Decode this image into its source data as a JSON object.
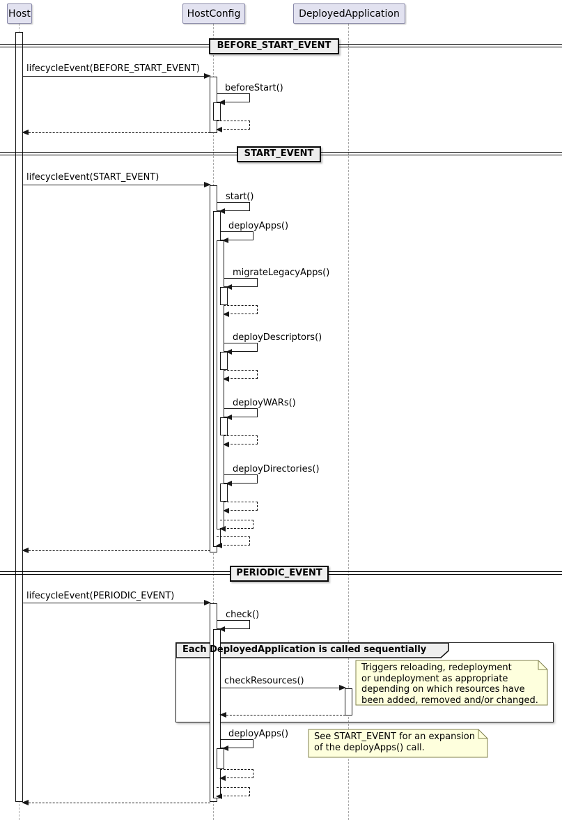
{
  "diagram_type": "uml-sequence",
  "participants": [
    {
      "label": "Host"
    },
    {
      "label": "HostConfig"
    },
    {
      "label": "DeployedApplication"
    }
  ],
  "sections": [
    {
      "divider": "BEFORE_START_EVENT",
      "calls": [
        {
          "label": "lifecycleEvent(BEFORE_START_EVENT)",
          "from": "Host",
          "to": "HostConfig",
          "type": "call"
        },
        {
          "label": "beforeStart()",
          "from": "HostConfig",
          "to": "HostConfig",
          "type": "self-call"
        }
      ]
    },
    {
      "divider": "START_EVENT",
      "calls": [
        {
          "label": "lifecycleEvent(START_EVENT)",
          "from": "Host",
          "to": "HostConfig",
          "type": "call"
        },
        {
          "label": "start()",
          "from": "HostConfig",
          "to": "HostConfig",
          "type": "self-call"
        },
        {
          "label": "deployApps()",
          "from": "HostConfig",
          "to": "HostConfig",
          "type": "self-call"
        },
        {
          "label": "migrateLegacyApps()",
          "from": "HostConfig",
          "to": "HostConfig",
          "type": "self-call"
        },
        {
          "label": "deployDescriptors()",
          "from": "HostConfig",
          "to": "HostConfig",
          "type": "self-call"
        },
        {
          "label": "deployWARs()",
          "from": "HostConfig",
          "to": "HostConfig",
          "type": "self-call"
        },
        {
          "label": "deployDirectories()",
          "from": "HostConfig",
          "to": "HostConfig",
          "type": "self-call"
        }
      ]
    },
    {
      "divider": "PERIODIC_EVENT",
      "group": {
        "label": "Each DeployedApplication is called sequentially"
      },
      "calls": [
        {
          "label": "lifecycleEvent(PERIODIC_EVENT)",
          "from": "Host",
          "to": "HostConfig",
          "type": "call"
        },
        {
          "label": "check()",
          "from": "HostConfig",
          "to": "HostConfig",
          "type": "self-call"
        },
        {
          "label": "checkResources()",
          "from": "HostConfig",
          "to": "DeployedApplication",
          "type": "call"
        },
        {
          "label": "deployApps()",
          "from": "HostConfig",
          "to": "HostConfig",
          "type": "self-call"
        }
      ],
      "notes": [
        {
          "lines": [
            "Triggers reloading, redeployment",
            "or undeployment as appropriate",
            "depending on which resources have",
            "been added, removed and/or changed."
          ]
        },
        {
          "lines": [
            "See START_EVENT for an expansion",
            "of the deployApps() call."
          ]
        }
      ]
    }
  ],
  "colors": {
    "background": "#FFFFFF",
    "participant_fill": "#E2E2F0",
    "participant_border": "#8888A8",
    "divider_fill": "#EEEEEE",
    "group_header_fill": "#EEEEEE",
    "note_fill": "#FEFFDD",
    "note_border": "#80804D",
    "line": "#181818",
    "lifeline": "#A8A8A8"
  }
}
